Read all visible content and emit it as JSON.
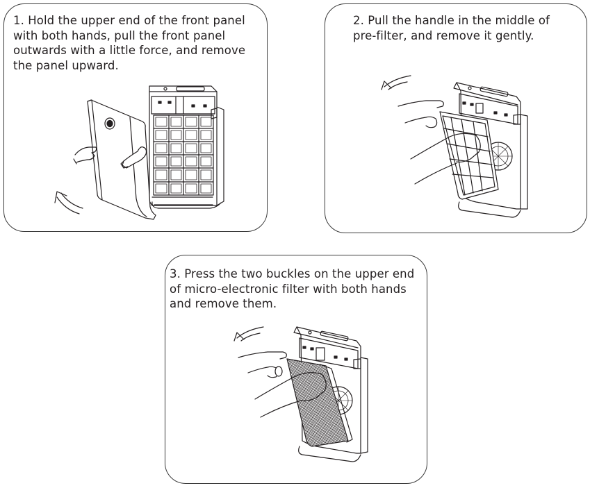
{
  "document": {
    "type": "instruction-steps",
    "subject": "Air purifier filter removal"
  },
  "steps": [
    {
      "number": "1",
      "lines": [
        "1. Hold the upper end of the front panel",
        "with both hands, pull the front panel",
        "outwards with a little force, and remove",
        "the panel upward."
      ],
      "illustration": "front-panel-removal"
    },
    {
      "number": "2",
      "lines": [
        "2. Pull the handle in the middle of",
        "pre-filter, and remove it gently."
      ],
      "illustration": "pre-filter-removal"
    },
    {
      "number": "3",
      "lines": [
        "3. Press the two buckles on the upper end",
        "of micro-electronic filter with both hands",
        "and remove them."
      ],
      "illustration": "micro-electronic-filter-removal"
    }
  ],
  "icons": {
    "arrow": "curved-arrow-left"
  },
  "colors": {
    "line": "#231f20",
    "border": "#3a3a3a",
    "background": "#ffffff"
  }
}
